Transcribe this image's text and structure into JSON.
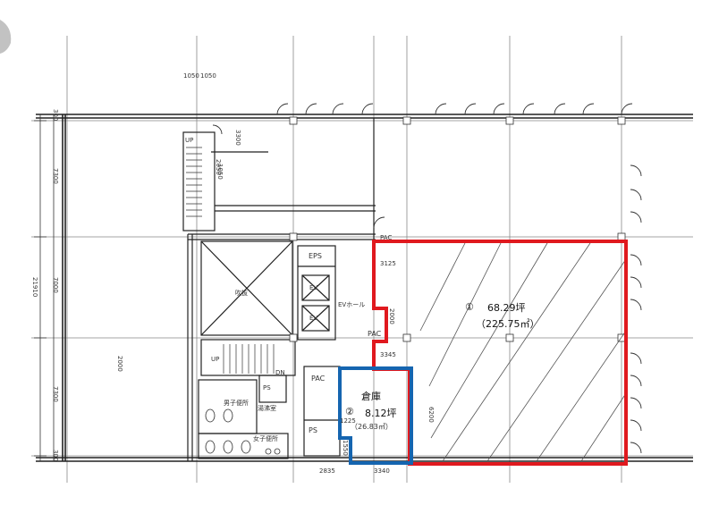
{
  "units": {
    "unit1": {
      "number": "①",
      "tsubo": "68.29坪",
      "sqm": "（225.75㎡）",
      "outline_color": "#e0191e"
    },
    "unit2": {
      "name": "倉庫",
      "number": "②",
      "tsubo": "8.12坪",
      "sqm": "（26.83㎡）",
      "outline_color": "#1565b0"
    }
  },
  "rooms": {
    "eps": "EPS",
    "pac_top": "PAC",
    "pac_mid": "PAC",
    "pac_store": "PAC",
    "ps_right": "PS",
    "ps_left": "PS",
    "ev_hall": "EVホール",
    "ev1": "EV",
    "ev2": "EV",
    "void": "吹抜",
    "wc_men": "男子便所",
    "wc_women": "女子便所",
    "kitchen": "湯沸室",
    "up1": "UP",
    "up2": "UP",
    "dn": "DN"
  },
  "dimensions": {
    "top_left": "1050",
    "top_right": "1050",
    "height_total": "21910",
    "h_top": "7300",
    "h_mid": "7000",
    "h_bot": "7300",
    "h_edge_top": "300",
    "h_edge_bot": "300",
    "shaft_w": "3300",
    "stair_w": "2050",
    "left_gap": "2000",
    "pac_dim1": "3125",
    "pac_dim2": "2000",
    "pac_dim3": "3345",
    "store_dim": "1550",
    "right_dim": "6200",
    "bottom_dim1": "2835",
    "bottom_dim2": "3340",
    "ps_dim": "1225",
    "small_dim": "1050"
  }
}
